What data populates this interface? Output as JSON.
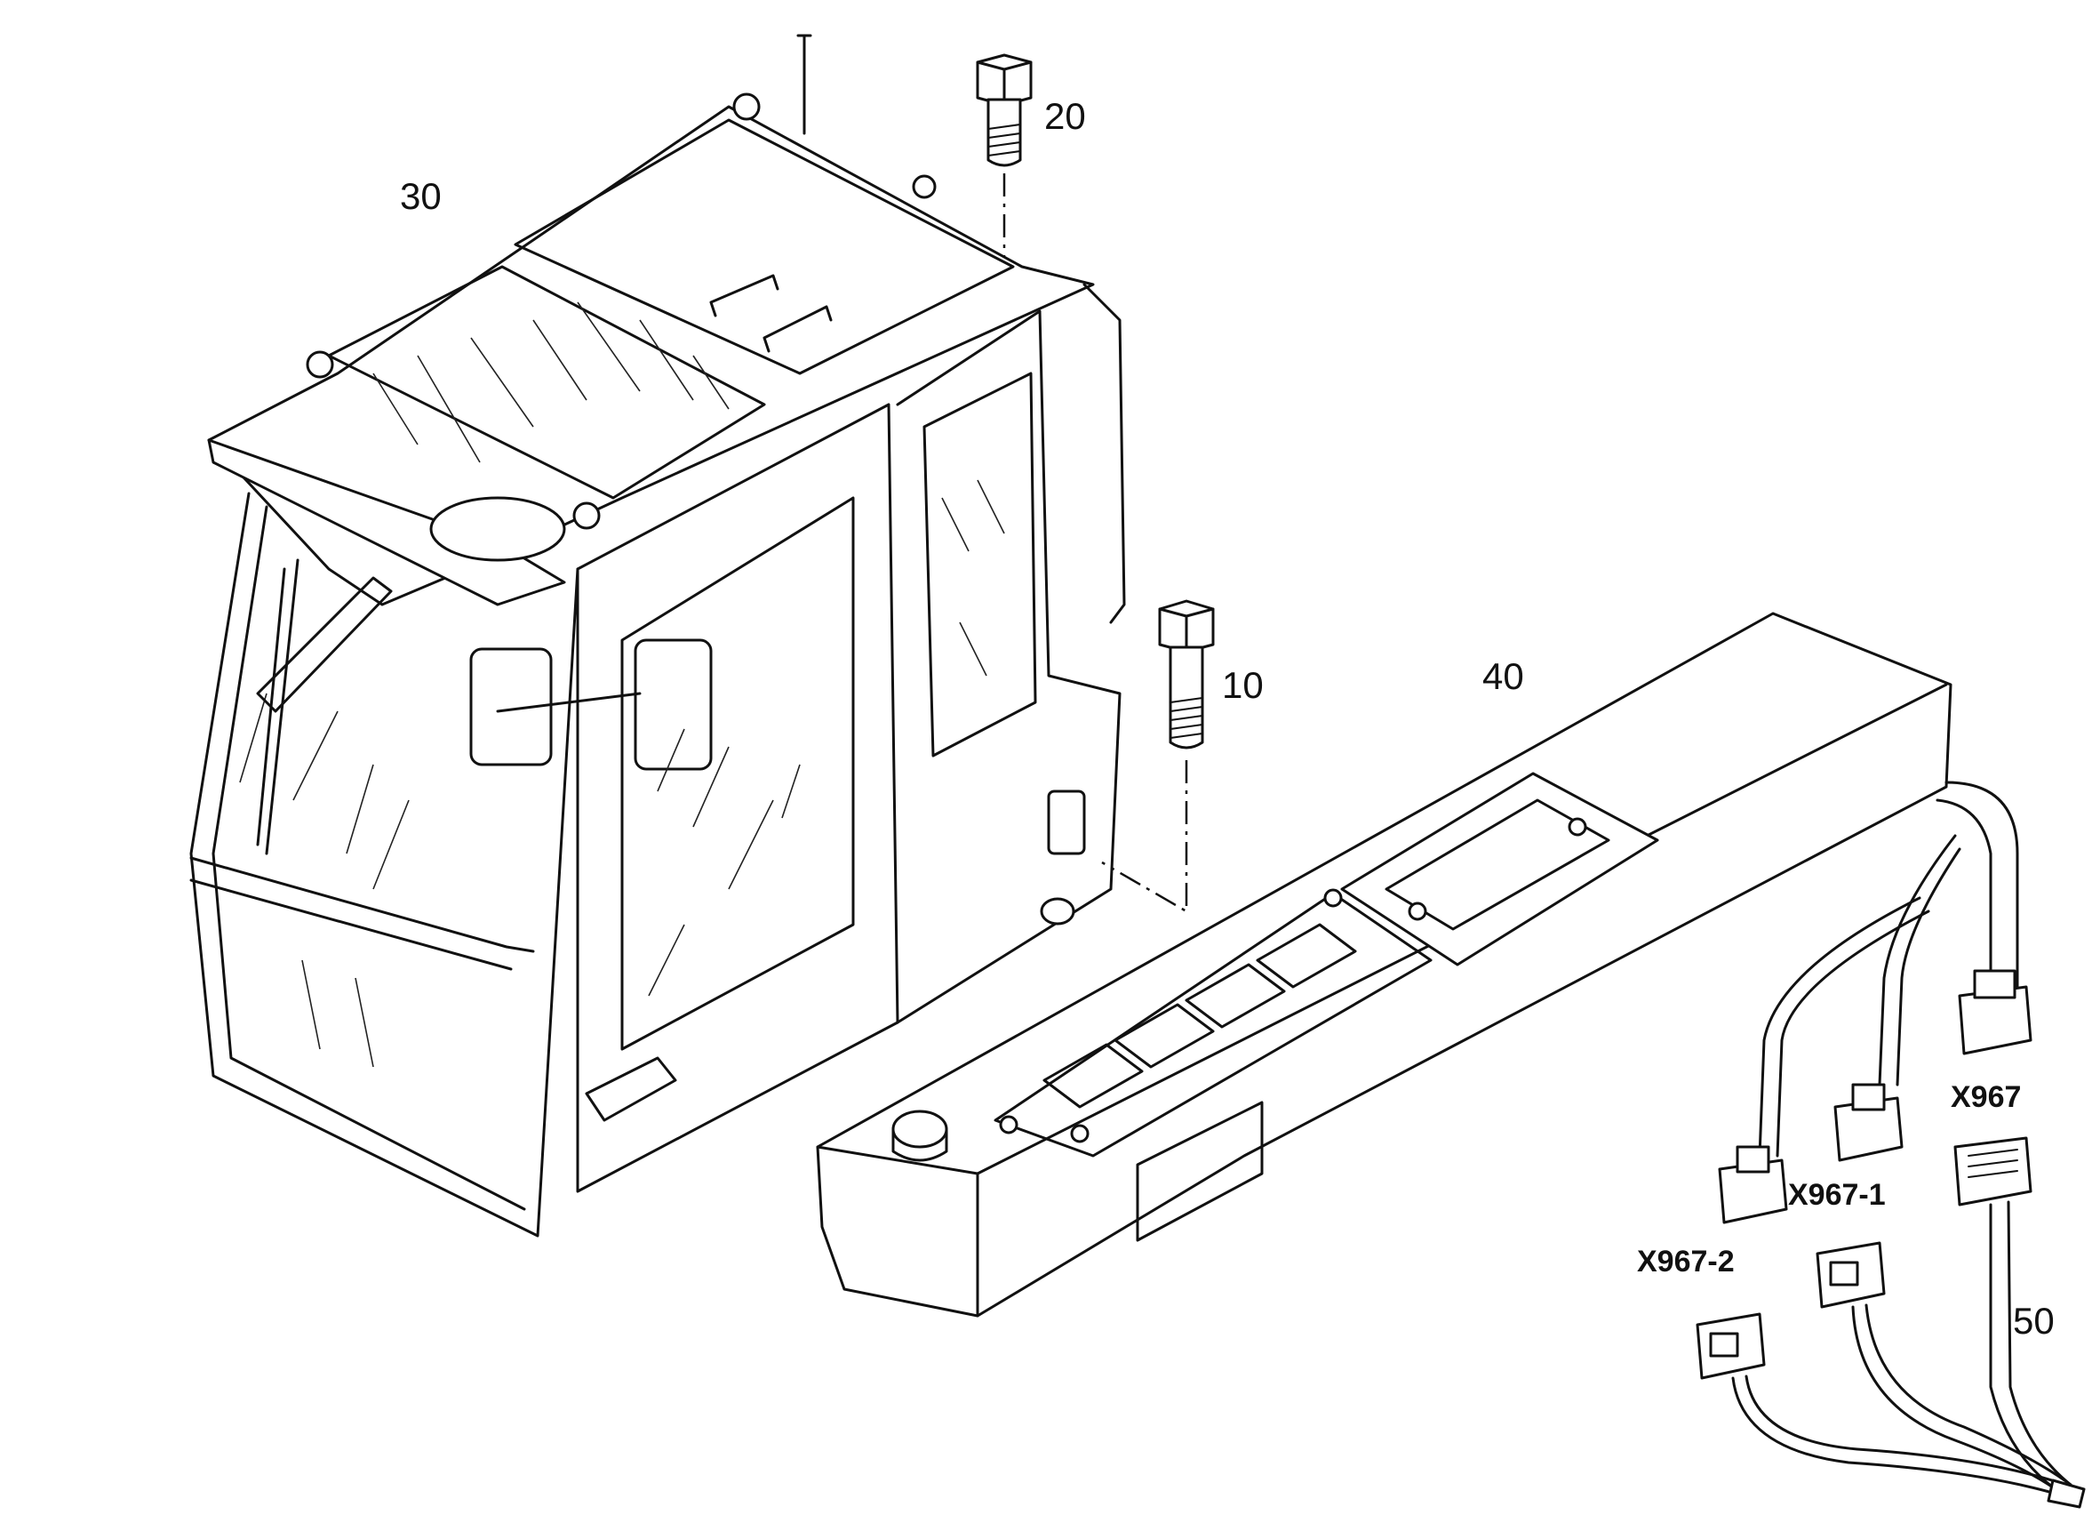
{
  "callouts": {
    "bolt_10": "10",
    "bolt_20": "20",
    "cab_30": "30",
    "console_40": "40",
    "harness_50": "50"
  },
  "connectors": {
    "x967": "X967",
    "x967_1": "X967-1",
    "x967_2": "X967-2"
  }
}
